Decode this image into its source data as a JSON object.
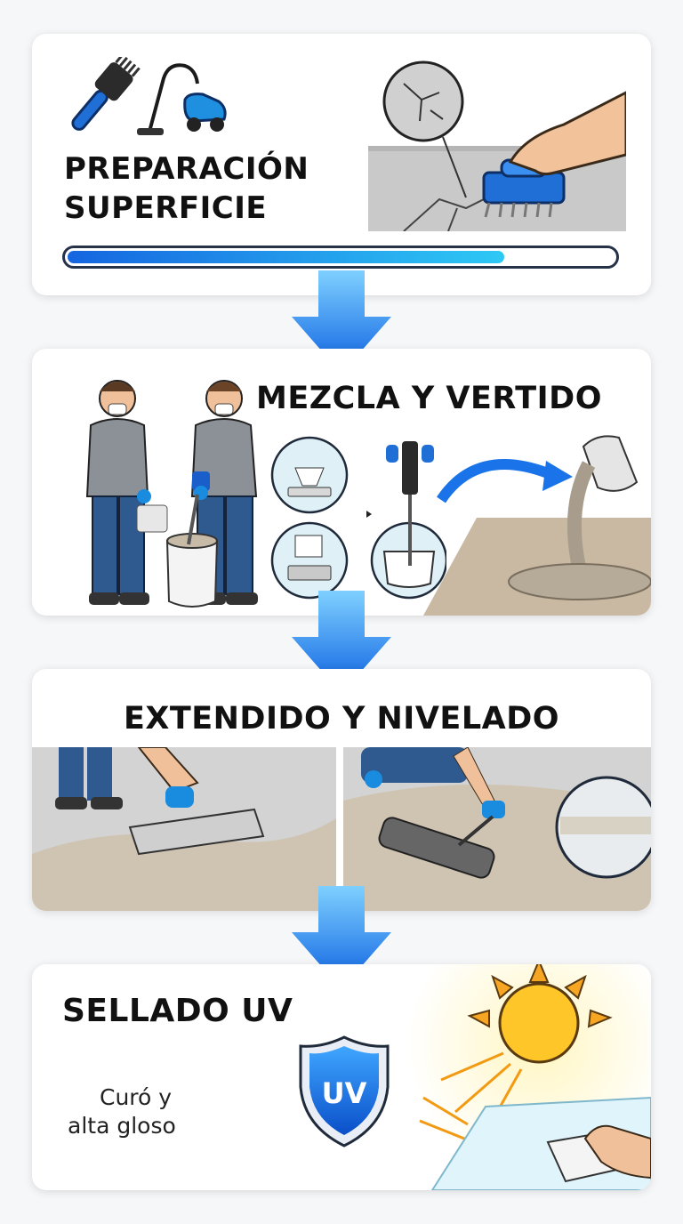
{
  "steps": [
    {
      "title_line1": "PREPARACIÓN",
      "title_line2": "SUPERFICIE",
      "progress": 0.8
    },
    {
      "title": "MEZCLA Y VERTIDO"
    },
    {
      "title": "EXTENDIDO Y NIVELADO"
    },
    {
      "title": "SELLADO UV",
      "caption_line1": "Curó y",
      "caption_line2": "alta gloso",
      "badge": "UV"
    }
  ],
  "colors": {
    "accent": "#1a73e8",
    "arrow_top": "#6ec8ff",
    "arrow_bottom": "#0a5fe0",
    "progress_start": "#1565e0",
    "progress_end": "#2ec9f5"
  }
}
